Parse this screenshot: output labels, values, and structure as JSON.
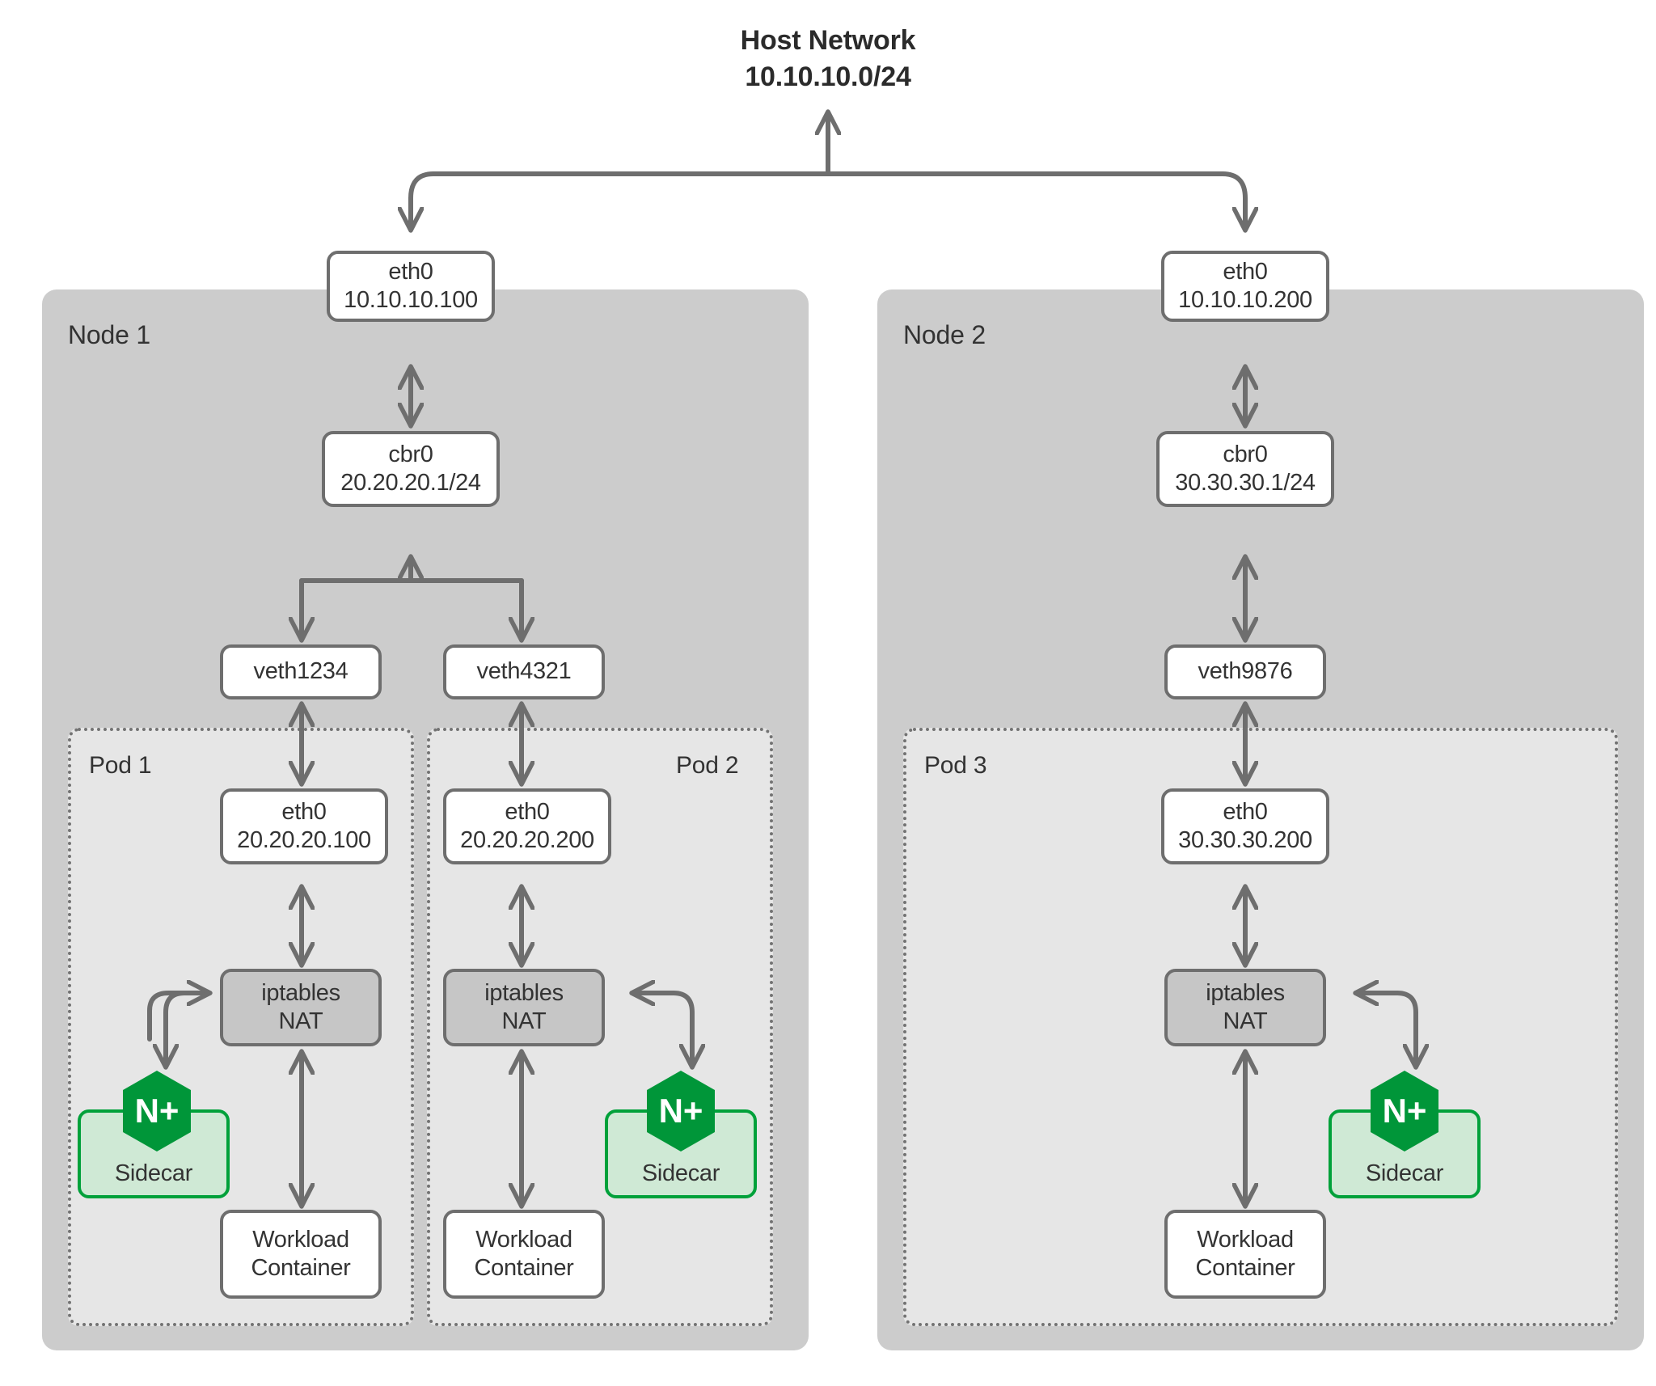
{
  "diagram": {
    "title_line1": "Host Network",
    "title_line2": "10.10.10.0/24",
    "colors": {
      "node_bg": "#cccccc",
      "pod_bg": "#e6e6e6",
      "box_border": "#6e6e6e",
      "nat_bg": "#c6c6c6",
      "nginx_green": "#009639",
      "sidecar_bg": "#cfe9d5",
      "sidecar_border": "#00a13a",
      "wire": "#6e6e6e",
      "text": "#333333"
    }
  },
  "nodes": [
    {
      "label": "Node 1",
      "eth0_name": "eth0",
      "eth0_ip": "10.10.10.100",
      "bridge_name": "cbr0",
      "bridge_ip": "20.20.20.1/24",
      "veths": [
        "veth1234",
        "veth4321"
      ],
      "pods": [
        {
          "label": "Pod 1",
          "eth0_name": "eth0",
          "eth0_ip": "20.20.20.100",
          "nat_line1": "iptables",
          "nat_line2": "NAT",
          "sidecar_label": "Sidecar",
          "sidecar_logo": "N+",
          "workload_line1": "Workload",
          "workload_line2": "Container",
          "sidecar_side": "left"
        },
        {
          "label": "Pod 2",
          "eth0_name": "eth0",
          "eth0_ip": "20.20.20.200",
          "nat_line1": "iptables",
          "nat_line2": "NAT",
          "sidecar_label": "Sidecar",
          "sidecar_logo": "N+",
          "workload_line1": "Workload",
          "workload_line2": "Container",
          "sidecar_side": "right"
        }
      ]
    },
    {
      "label": "Node 2",
      "eth0_name": "eth0",
      "eth0_ip": "10.10.10.200",
      "bridge_name": "cbr0",
      "bridge_ip": "30.30.30.1/24",
      "veths": [
        "veth9876"
      ],
      "pods": [
        {
          "label": "Pod 3",
          "eth0_name": "eth0",
          "eth0_ip": "30.30.30.200",
          "nat_line1": "iptables",
          "nat_line2": "NAT",
          "sidecar_label": "Sidecar",
          "sidecar_logo": "N+",
          "workload_line1": "Workload",
          "workload_line2": "Container",
          "sidecar_side": "right"
        }
      ]
    }
  ]
}
